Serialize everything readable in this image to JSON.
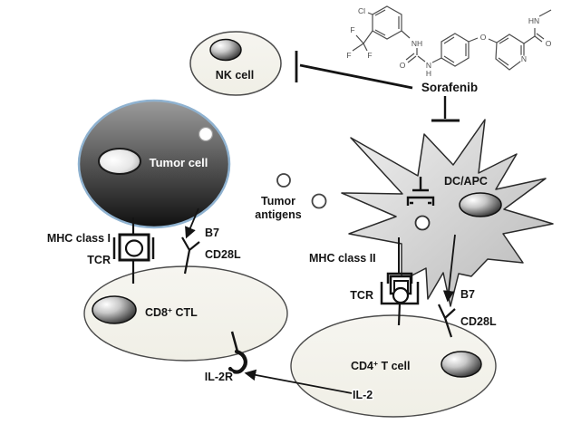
{
  "figure": {
    "drug_label": "Sorafenib",
    "cells": {
      "nk_label": "NK cell",
      "tumor_label": "Tumor cell",
      "dc_label": "DC/APC",
      "cd8_name": "CD8",
      "cd8_sup": "+",
      "cd8_rest": " CTL",
      "cd4_name": "CD4",
      "cd4_sup": "+",
      "cd4_rest": " T cell"
    },
    "antigens": {
      "line1": "Tumor",
      "line2": "antigens"
    },
    "receptors": {
      "mhc_class_1": "MHC class I",
      "tcr_left": "TCR",
      "b7_left": "B7",
      "cd28l_left": "CD28L",
      "mhc_class_2": "MHC class II",
      "tcr_right": "TCR",
      "b7_right": "B7",
      "cd28l_right": "CD28L",
      "il2r": "IL-2R",
      "il2": "IL-2"
    },
    "chem_atoms": {
      "cl": "Cl",
      "f1": "F",
      "f2": "F",
      "f3": "F",
      "nh_anilide": "NH",
      "o_urea": "O",
      "n_urea": "N",
      "h_urea": "H",
      "o_ether": "O",
      "n_pyridine": "N",
      "hn_amide": "HN",
      "o_amide": "O"
    },
    "colors": {
      "background": "#ffffff",
      "cell_fill": "#f4f3ec",
      "cell_stroke": "#4a4a4a",
      "tumor_top": "#9c9c9c",
      "tumor_bottom": "#101010",
      "tumor_rim": "#8fb2d0",
      "star_light": "#f0f0f0",
      "star_dark": "#b8b8b8",
      "ink": "#141414",
      "chem_ink": "#4d4d4d"
    }
  }
}
